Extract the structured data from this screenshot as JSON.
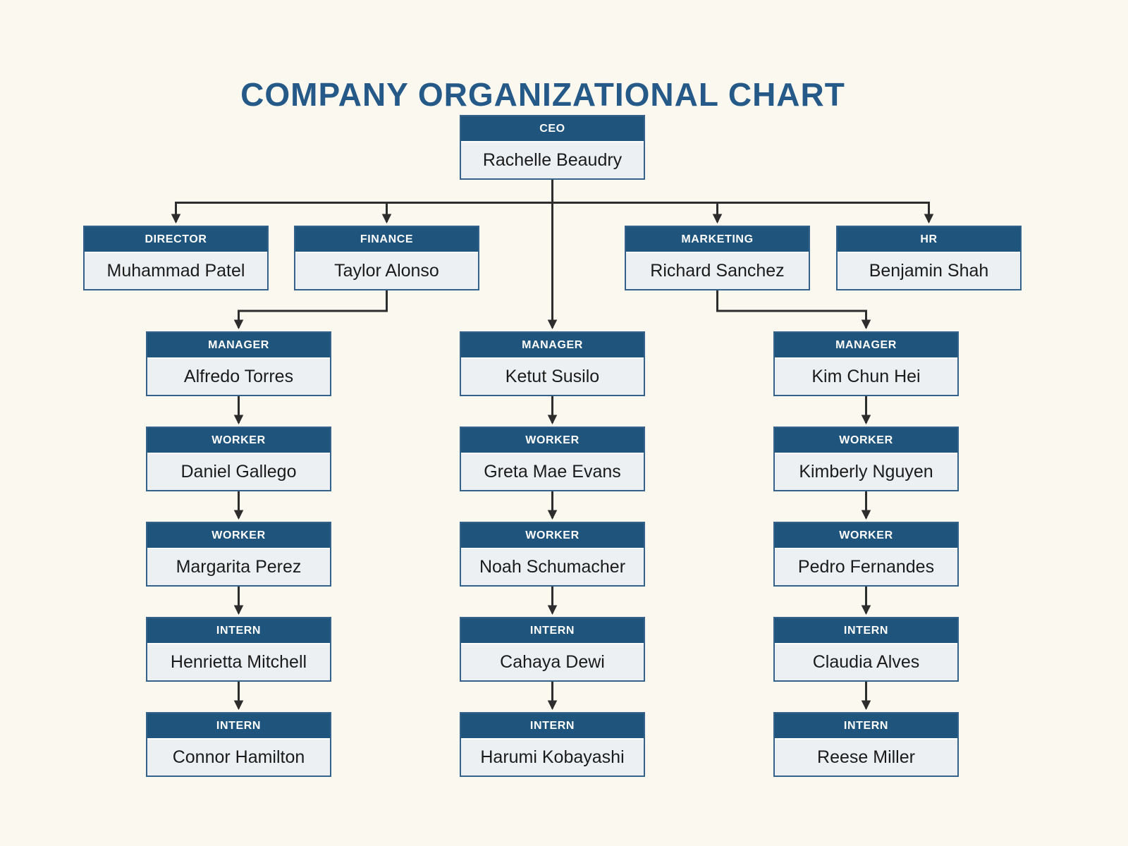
{
  "page": {
    "title": "COMPANY ORGANIZATIONAL CHART"
  },
  "colors": {
    "background": "#fbf8ef",
    "title_text": "#255a88",
    "node_header_bg": "#1f547c",
    "node_header_text": "#ffffff",
    "node_body_bg": "#ecf0f3",
    "node_border": "#35628a",
    "name_text": "#1b1b1b",
    "connector_line": "#2d2d2d"
  },
  "org": {
    "nodes": [
      {
        "id": "ceo",
        "role": "CEO",
        "name": "Rachelle Beaudry"
      },
      {
        "id": "director",
        "role": "DIRECTOR",
        "name": "Muhammad Patel"
      },
      {
        "id": "finance",
        "role": "FINANCE",
        "name": "Taylor Alonso"
      },
      {
        "id": "marketing",
        "role": "MARKETING",
        "name": "Richard Sanchez"
      },
      {
        "id": "hr",
        "role": "HR",
        "name": "Benjamin Shah"
      },
      {
        "id": "l-manager",
        "role": "MANAGER",
        "name": "Alfredo Torres"
      },
      {
        "id": "l-worker1",
        "role": "WORKER",
        "name": "Daniel Gallego"
      },
      {
        "id": "l-worker2",
        "role": "WORKER",
        "name": "Margarita Perez"
      },
      {
        "id": "l-intern1",
        "role": "INTERN",
        "name": "Henrietta Mitchell"
      },
      {
        "id": "l-intern2",
        "role": "INTERN",
        "name": "Connor Hamilton"
      },
      {
        "id": "m-manager",
        "role": "MANAGER",
        "name": "Ketut Susilo"
      },
      {
        "id": "m-worker1",
        "role": "WORKER",
        "name": "Greta Mae Evans"
      },
      {
        "id": "m-worker2",
        "role": "WORKER",
        "name": "Noah Schumacher"
      },
      {
        "id": "m-intern1",
        "role": "INTERN",
        "name": "Cahaya Dewi"
      },
      {
        "id": "m-intern2",
        "role": "INTERN",
        "name": "Harumi Kobayashi"
      },
      {
        "id": "r-manager",
        "role": "MANAGER",
        "name": "Kim Chun Hei"
      },
      {
        "id": "r-worker1",
        "role": "WORKER",
        "name": "Kimberly Nguyen"
      },
      {
        "id": "r-worker2",
        "role": "WORKER",
        "name": "Pedro Fernandes"
      },
      {
        "id": "r-intern1",
        "role": "INTERN",
        "name": "Claudia Alves"
      },
      {
        "id": "r-intern2",
        "role": "INTERN",
        "name": "Reese Miller"
      }
    ],
    "edges": [
      {
        "from": "ceo",
        "to": "director"
      },
      {
        "from": "ceo",
        "to": "finance"
      },
      {
        "from": "ceo",
        "to": "marketing"
      },
      {
        "from": "ceo",
        "to": "hr"
      },
      {
        "from": "ceo",
        "to": "m-manager"
      },
      {
        "from": "finance",
        "to": "l-manager"
      },
      {
        "from": "marketing",
        "to": "r-manager"
      },
      {
        "from": "l-manager",
        "to": "l-worker1"
      },
      {
        "from": "l-worker1",
        "to": "l-worker2"
      },
      {
        "from": "l-worker2",
        "to": "l-intern1"
      },
      {
        "from": "l-intern1",
        "to": "l-intern2"
      },
      {
        "from": "m-manager",
        "to": "m-worker1"
      },
      {
        "from": "m-worker1",
        "to": "m-worker2"
      },
      {
        "from": "m-worker2",
        "to": "m-intern1"
      },
      {
        "from": "m-intern1",
        "to": "m-intern2"
      },
      {
        "from": "r-manager",
        "to": "r-worker1"
      },
      {
        "from": "r-worker1",
        "to": "r-worker2"
      },
      {
        "from": "r-worker2",
        "to": "r-intern1"
      },
      {
        "from": "r-intern1",
        "to": "r-intern2"
      }
    ]
  }
}
